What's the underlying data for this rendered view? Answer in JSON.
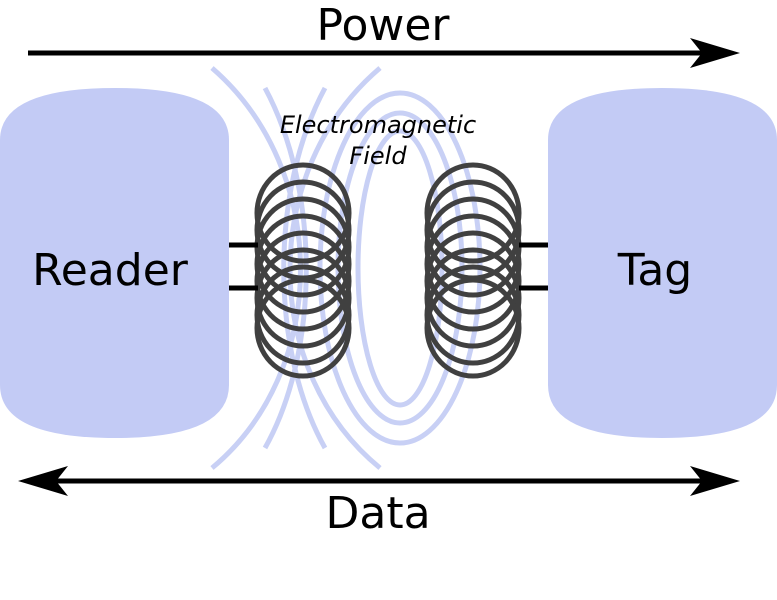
{
  "labels": {
    "power": "Power",
    "data": "Data",
    "reader": "Reader",
    "tag": "Tag",
    "field_line1": "Electromagnetic",
    "field_line2": "Field"
  },
  "colors": {
    "node_fill": "#c3cbf5",
    "field_line": "#c8d0f5",
    "coil": "#404040",
    "stroke": "#000000"
  }
}
